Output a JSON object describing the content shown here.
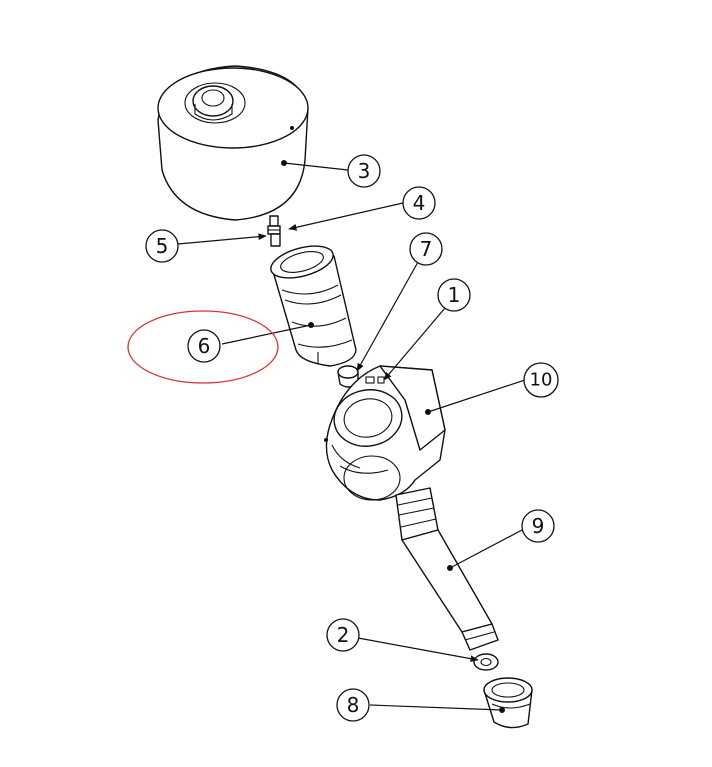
{
  "diagram": {
    "highlight_color": "#e03030",
    "callouts": [
      {
        "id": "1",
        "label": "1"
      },
      {
        "id": "2",
        "label": "2"
      },
      {
        "id": "3",
        "label": "3"
      },
      {
        "id": "4",
        "label": "4"
      },
      {
        "id": "5",
        "label": "5"
      },
      {
        "id": "6",
        "label": "6",
        "highlighted": true
      },
      {
        "id": "7",
        "label": "7"
      },
      {
        "id": "8",
        "label": "8"
      },
      {
        "id": "9",
        "label": "9"
      },
      {
        "id": "10",
        "label": "10"
      }
    ]
  }
}
